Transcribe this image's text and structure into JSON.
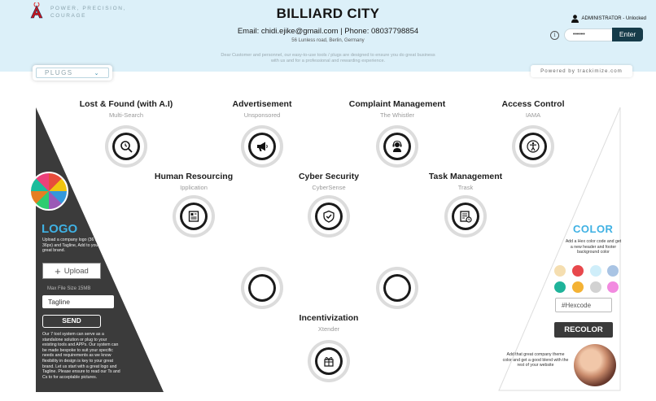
{
  "header": {
    "tagline_lines": [
      "POWER, PRECISION,",
      "COURAGE"
    ],
    "title": "BILLIARD CITY",
    "contact": "Email: chidi.ejike@gmail.com | Phone: 08037798854",
    "address": "56 Lunless road, Berlin, Germany",
    "notice": "Dear Customer and personnel, our easy-to-use tools / plugs are designed to ensure you do great business with us and for a professional and rewarding experience.",
    "admin_label": "ADMINISTRATOR - Unlocked",
    "password_value": "••••••",
    "enter_label": "Enter",
    "info_glyph": "i"
  },
  "plugs": {
    "label": "PLUGS",
    "chevron": "⌵"
  },
  "powered_by": "Powered by trackimize.com",
  "plugins": [
    {
      "name": "Lost & Found (with A.I)",
      "sub": "Multi-Search",
      "icon": "search-clock-icon"
    },
    {
      "name": "Advertisement",
      "sub": "Unsponsored",
      "icon": "megaphone-icon"
    },
    {
      "name": "Complaint Management",
      "sub": "The Whistler",
      "icon": "support-agent-icon"
    },
    {
      "name": "Access Control",
      "sub": "IAMA",
      "icon": "accessibility-icon"
    },
    {
      "name": "Human Resourcing",
      "sub": "Ipplication",
      "icon": "document-icon"
    },
    {
      "name": "Cyber Security",
      "sub": "CyberSense",
      "icon": "shield-icon"
    },
    {
      "name": "Task Management",
      "sub": "Trask",
      "icon": "task-list-icon"
    },
    {
      "name": "",
      "sub": "",
      "icon": "empty-slot-icon"
    },
    {
      "name": "",
      "sub": "",
      "icon": "empty-slot-icon"
    },
    {
      "name": "Incentivization",
      "sub": "Xtender",
      "icon": "gift-exchange-icon"
    }
  ],
  "left_panel": {
    "logo_title": "LOGO",
    "logo_desc": "Upload a company logo (36 x 36px) and Tagline, Add to your great brand.",
    "upload_label": "Upload",
    "upload_plus": "+",
    "max_size": "Max File Size 15MB",
    "tagline_value": "Tagline",
    "send_label": "SEND",
    "about": "Our 7 tool system can serve as a standalone solution or plug to your existing tools and APPs. Our system can be made bespoke to suit your specific needs and requirements as we know flexibility in design is key to your great brand. Let us start with a great logo and Tagline. Please ensure to read our Ts and Cs to for acceptable pictures."
  },
  "right_panel": {
    "color_title": "COLOR",
    "color_desc": "Add a Hex color code and get a new header and footer background color",
    "swatches": [
      "#f5deb0",
      "#e8484c",
      "#cfeefa",
      "#a9c4e4",
      "#1fb39a",
      "#f4b234",
      "#d2d2d2",
      "#f28ae0"
    ],
    "hex_placeholder": "#Hexcode",
    "recolor_label": "RECOLOR",
    "theme_desc": "Add that great company theme color and get a good blend with the rest of your website"
  },
  "colors": {
    "header_bg": "#dcf0f9",
    "accent": "#3fb1e3",
    "dark_panel": "#3b3b3b",
    "enter_bg": "#173c4a"
  }
}
